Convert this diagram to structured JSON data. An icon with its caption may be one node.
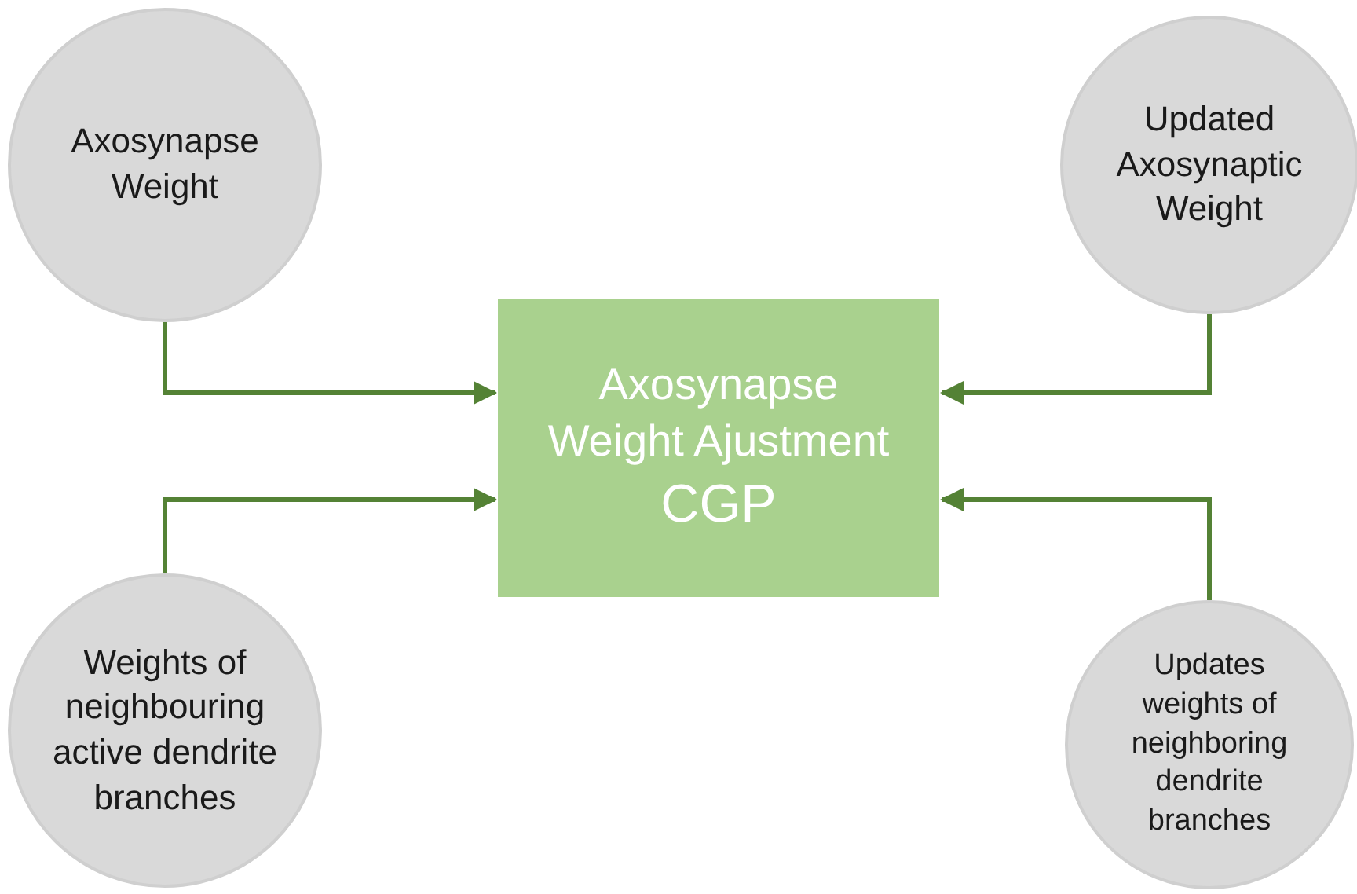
{
  "diagram": {
    "nodes": [
      {
        "text": [
          "Axosynapse Weight"
        ]
      },
      {
        "text": [
          "Updated Axosynaptic Weight"
        ]
      },
      {
        "text": [
          "Axosynapse Weight Ajustment",
          "CGP"
        ]
      },
      {
        "text": [
          "Weights of neighbouring active dendrite branches"
        ]
      },
      {
        "text": [
          "Updates weights of neighboring dendrite branches"
        ]
      }
    ],
    "edges": [
      {
        "from": 0,
        "to": 2,
        "arrow": "to"
      },
      {
        "from": 1,
        "to": 2,
        "arrow": "to"
      },
      {
        "from": 3,
        "to": 2,
        "arrow": "to"
      },
      {
        "from": 4,
        "to": 2,
        "arrow": "to"
      }
    ]
  }
}
